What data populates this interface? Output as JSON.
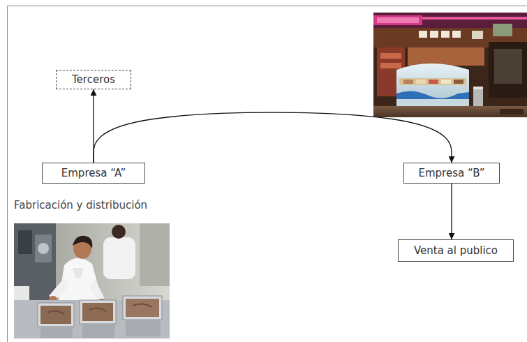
{
  "diagram": {
    "nodes": [
      {
        "text": [
          "Terceros"
        ]
      },
      {
        "text": [
          "Empresa “A”"
        ]
      },
      {
        "text": [
          "Empresa “B”"
        ]
      },
      {
        "text": [
          "Venta al publico"
        ]
      }
    ],
    "edges": [
      {
        "from": 1,
        "to": 0,
        "arrow": "to"
      },
      {
        "from": 1,
        "to": 2,
        "arrow": "to"
      },
      {
        "from": 2,
        "to": 3,
        "arrow": "to"
      }
    ],
    "labels": [
      "Fabricación y distribución"
    ]
  }
}
